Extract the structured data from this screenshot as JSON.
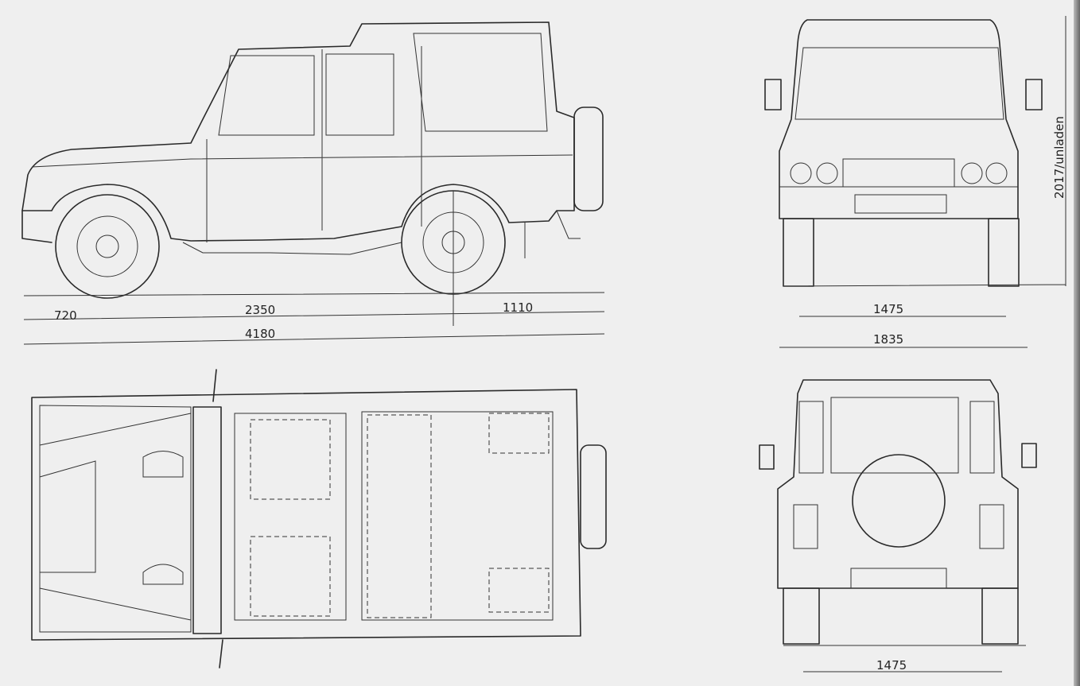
{
  "dimensions": {
    "front_overhang": "720",
    "wheelbase": "2350",
    "rear_overhang": "1110",
    "overall_length": "4180",
    "front_track": "1475",
    "overall_width": "1835",
    "height": "2017/unladen",
    "rear_track": "1475"
  }
}
